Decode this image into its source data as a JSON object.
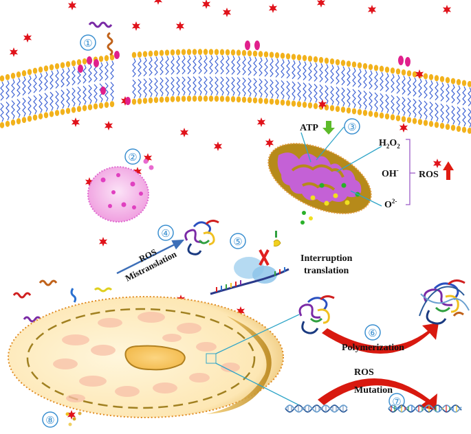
{
  "steps": {
    "s1": "①",
    "s2": "②",
    "s3": "③",
    "s4": "④",
    "s5": "⑤",
    "s6": "⑥",
    "s7": "⑦",
    "s8": "⑧"
  },
  "mito": {
    "atp": "ATP",
    "h2o2_base": "H",
    "h2o2_sub1": "2",
    "h2o2_mid": "O",
    "h2o2_sub2": "2",
    "oh_base": "OH",
    "oh_sup": "-",
    "o2_base": "O",
    "o2_sup": "2-",
    "ros": "ROS"
  },
  "arrows": {
    "ros_top": "ROS",
    "mistranslation": "Mistranslation",
    "interruption_line1": "Interruption",
    "interruption_line2": "translation",
    "polymerization": "Polymerization",
    "ros_bottom": "ROS",
    "mutation": "Mutation"
  },
  "colors": {
    "membrane_head": "#f2b21c",
    "membrane_tail": "#3d62d4",
    "star": "#e0121a",
    "vesicle": "#f2a8e6",
    "mito_body": "#b68a1a",
    "mito_inner": "#c55fe0",
    "ribbon_arrow": "#d8190f",
    "label_blue": "#3a8fd0",
    "ros_arrow": "#e01c12",
    "atp_arrow": "#5dbb2a",
    "nucleus": "#fbe7b0"
  }
}
